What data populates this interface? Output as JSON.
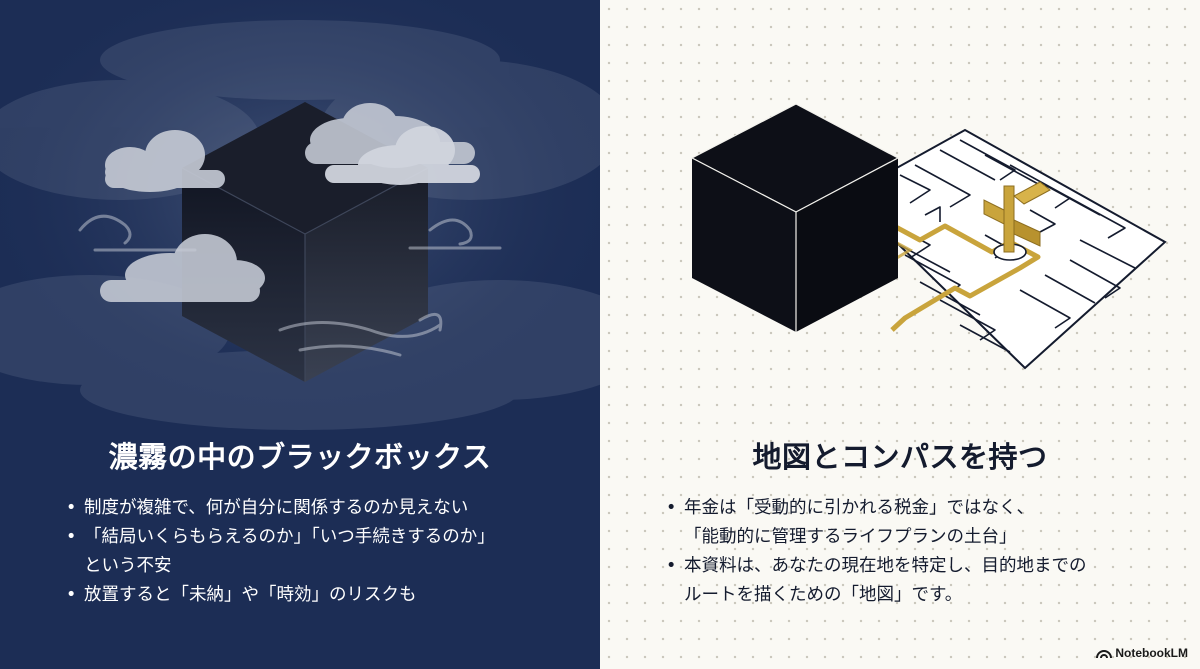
{
  "left": {
    "title": "濃霧の中のブラックボックス",
    "bullets": [
      {
        "lines": [
          "制度が複雑で、何が自分に関係するのか見えない"
        ]
      },
      {
        "lines": [
          "「結局いくらもらえるのか」「いつ手続きするのか」",
          "という不安"
        ]
      },
      {
        "lines": [
          "放置すると「未納」や「時効」のリスクも"
        ]
      }
    ]
  },
  "right": {
    "title": "地図とコンパスを持つ",
    "bullets": [
      {
        "lines": [
          "年金は「受動的に引かれる税金」ではなく、",
          "「能動的に管理するライフプランの土台」"
        ]
      },
      {
        "lines": [
          "本資料は、あなたの現在地を特定し、目的地までの",
          "ルートを描くための「地図」です。"
        ]
      }
    ]
  },
  "brand": {
    "label": "NotebookLM"
  },
  "colors": {
    "left_bg": "#1c2d55",
    "right_bg": "#faf9f4",
    "accent_gold": "#c9a43c",
    "cube": "#0d0f17"
  },
  "icons": {
    "left_illustration": "cube-in-fog-icon",
    "right_illustration": "cube-on-map-with-signpost-icon",
    "brand": "notebooklm-logo-icon"
  }
}
